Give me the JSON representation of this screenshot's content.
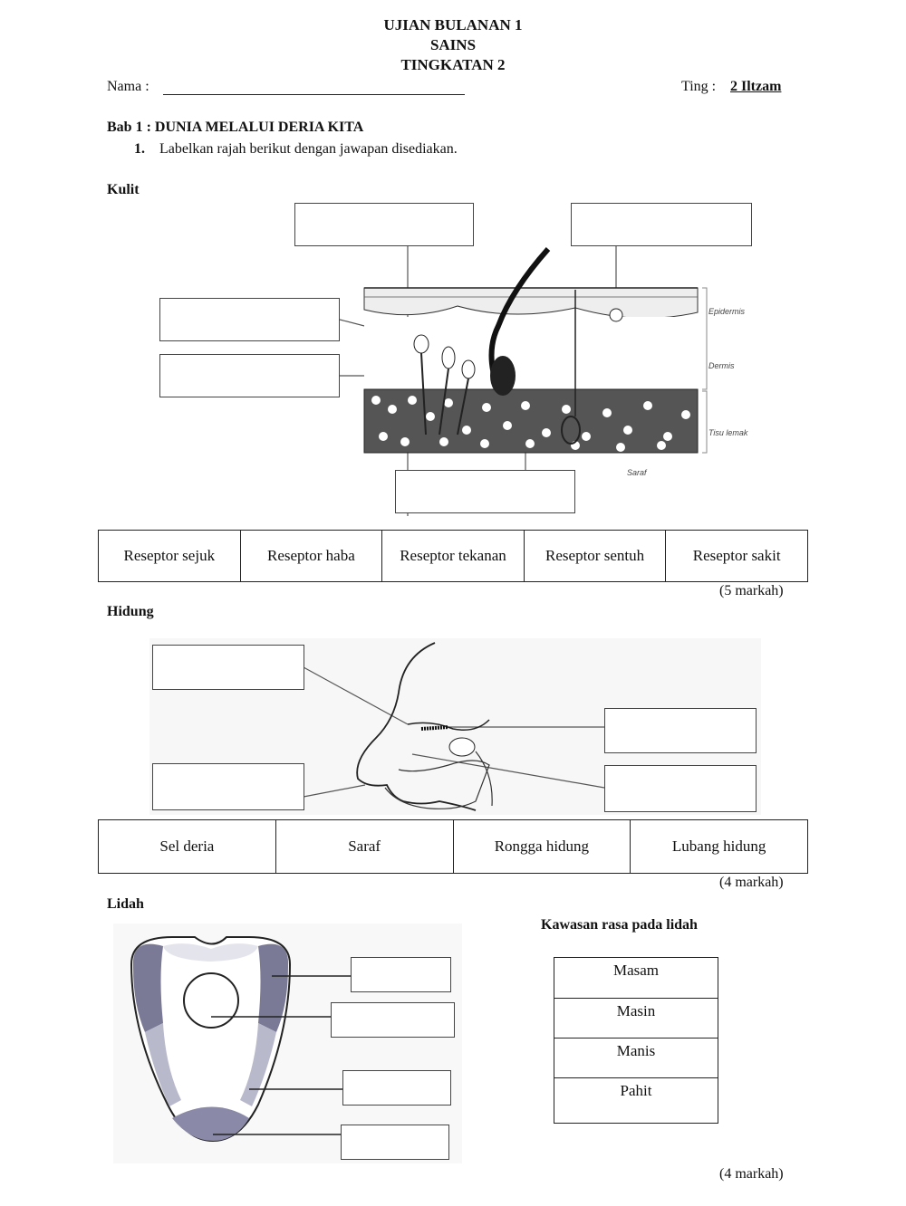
{
  "header": {
    "line1": "UJIAN BULANAN 1",
    "line2": "SAINS",
    "line3": "TINGKATAN 2",
    "name_label": "Nama :",
    "class_label": "Ting :",
    "class_value": "2 Iltzam"
  },
  "chapter": {
    "title": "Bab 1 : DUNIA MELALUI DERIA KITA",
    "q_number": "1.",
    "q_text": "Labelkan rajah berikut dengan jawapan disediakan."
  },
  "skin": {
    "heading": "Kulit",
    "layer_labels": [
      "Epidermis",
      "Dermis",
      "Tisu lemak",
      "Saraf"
    ],
    "answers": [
      "Reseptor sejuk",
      "Reseptor haba",
      "Reseptor tekanan",
      "Reseptor sentuh",
      "Reseptor sakit"
    ],
    "marks": "(5 markah)"
  },
  "nose": {
    "heading": "Hidung",
    "answers": [
      "Sel deria",
      "Saraf",
      "Rongga hidung",
      "Lubang hidung"
    ],
    "marks": "(4 markah)"
  },
  "tongue": {
    "heading": "Lidah",
    "taste_heading": "Kawasan rasa pada lidah",
    "tastes": [
      "Masam",
      "Masin",
      "Manis",
      "Pahit"
    ],
    "marks": "(4 markah)"
  }
}
